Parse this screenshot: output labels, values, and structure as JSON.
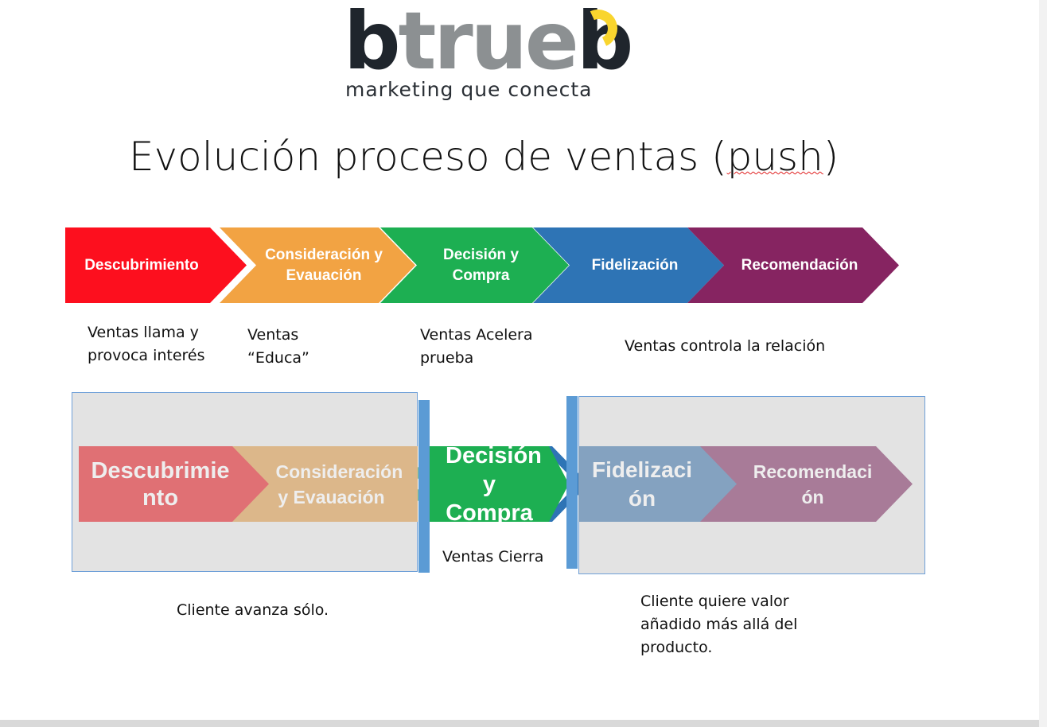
{
  "logo": {
    "brand_dark1": "b",
    "brand_gray": "true",
    "brand_dark2": "b",
    "tagline": "marketing que conecta"
  },
  "title": {
    "prefix": "Evolución proceso de ventas (",
    "underlined": "push",
    "suffix": ")"
  },
  "top_stages": [
    {
      "label": "Descubrimiento",
      "color": "#fd0f1e"
    },
    {
      "label": "Consideración y Evauación",
      "color": "#f2a343"
    },
    {
      "label": "Decisión y Compra",
      "color": "#1daf52"
    },
    {
      "label": "Fidelización",
      "color": "#2e74b5"
    },
    {
      "label": "Recomendación",
      "color": "#862461"
    }
  ],
  "top_notes": [
    "Ventas llama y provoca interés",
    "Ventas “Educa”",
    "Ventas Acelera prueba",
    "Ventas controla la relación"
  ],
  "bottom_stages": [
    {
      "label": "Descubrimiento",
      "color": "#e07074"
    },
    {
      "label": "Consideración y Evauación",
      "color": "#dcb78a"
    },
    {
      "label": "Decisión y Compra",
      "color": "#1daf52"
    },
    {
      "label": "Fidelización",
      "color": "#84a2c0"
    },
    {
      "label": "Recomendación",
      "color": "#a87b98"
    }
  ],
  "bottom_notes": {
    "middle": "Ventas Cierra",
    "left": "Cliente avanza sólo.",
    "right": "Cliente quiere valor añadido más allá del producto."
  }
}
